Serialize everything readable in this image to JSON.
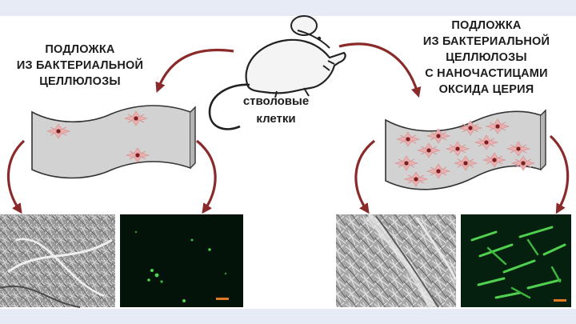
{
  "left_label": {
    "lines": [
      "ПОДЛОЖКА",
      "ИЗ БАКТЕРИАЛЬНОЙ",
      "ЦЕЛЛЮЛОЗЫ"
    ]
  },
  "right_label": {
    "lines": [
      "ПОДЛОЖКА",
      "ИЗ БАКТЕРИАЛЬНОЙ",
      "ЦЕЛЛЮЛОЗЫ",
      "С НАНОЧАСТИЦАМИ",
      "ОКСИДА ЦЕРИЯ"
    ]
  },
  "center_label": {
    "lines": [
      "стволовые",
      "клетки"
    ]
  },
  "colors": {
    "arrow": "#8b2a2a",
    "scaffold": "#d2d2d2",
    "cell": "#e79a9a",
    "nucleus": "#7a1e1e",
    "fluorescence": "#4fd14f",
    "scale_bar": "#e07a20"
  },
  "icons": [
    "mouse-icon",
    "scaffold-icon",
    "stem-cell-icon",
    "curved-arrow-icon"
  ]
}
